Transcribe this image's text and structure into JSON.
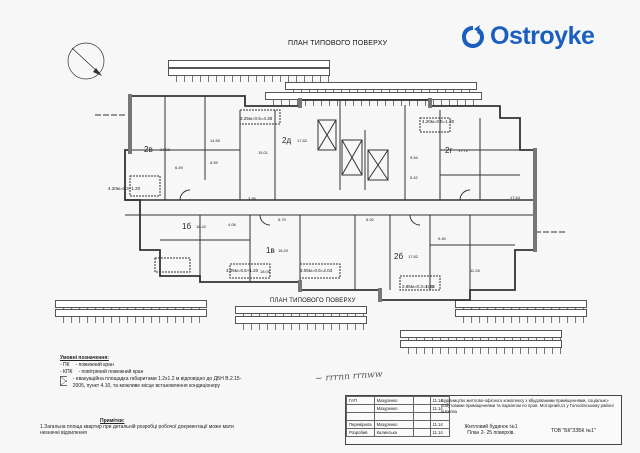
{
  "brand": {
    "name": "Ostroyke",
    "color": "#1a5fbf"
  },
  "plan_title": "ПЛАН ТИПОВОГО ПОВЕРХУ",
  "plan_title_bottom": "ПЛАН ТИПОВОГО ПОВЕРХУ",
  "apartments": [
    {
      "label": "2в",
      "area": "17.90"
    },
    {
      "label": "2д",
      "area": "17.82"
    },
    {
      "label": "2г",
      "area": "17.72"
    },
    {
      "label": "1б",
      "area": "18.42"
    },
    {
      "label": "1в",
      "area": "18.20"
    },
    {
      "label": "2б",
      "area": "17.82"
    }
  ],
  "room_values": [
    "14.50",
    "8.59",
    "6.49",
    "4.06",
    "5.79",
    "5.92",
    "3.95",
    "9.45",
    "11.28",
    "17.64",
    "18.05",
    "17.52",
    "9.54",
    "5.42",
    "15.01"
  ],
  "balcony_labels": [
    "4.20м=0.3+1.20",
    "3.25м=0.5=4.38",
    "4.20м=0.5=1.20",
    "3.05м=0.5+1.20",
    "3.05м=0.5=2.03",
    "2.85м=0.3=1.20"
  ],
  "legend": {
    "heading": "Умовні позначення:",
    "items": [
      {
        "code": "- ПК",
        "text": "- пожежний кран"
      },
      {
        "code": "- КПК",
        "text": "- повітряний пожежний кран"
      }
    ],
    "evac": "- евакуаційна площадка габаритами 1.2х1.2 м відповідно до ДБН В.2.15-2005, пункт 4.10, та можливе місце встановлення кондиціонеру",
    "notes_heading": "Примітки:",
    "note1": "1.Загальна площа квартир при детальній розробці робочої документації може мати незначні відхилення"
  },
  "stamp": {
    "description": "Будівництво житлово-офісного комплексу з вбудованими приміщеннями, соціально-побутовими приміщеннями та паркінгом по пров. Моторний,11 у Голосіївському районі м.Києва",
    "project": "Житловий будинок №1",
    "sheet_name": "План 2- 25 поверхів.",
    "org": "ТОВ \"БК\"ЗЗБК №1\"",
    "rows": [
      {
        "role": "ГАП",
        "name": "Мазуренко",
        "date": "11.14"
      },
      {
        "role": "",
        "name": "Мазуренко",
        "date": "11.14"
      },
      {
        "role": "Перевірила",
        "name": "Мазуренко",
        "date": "11.14"
      },
      {
        "role": "Розробив",
        "name": "Калинська",
        "date": "11.14"
      }
    ]
  }
}
